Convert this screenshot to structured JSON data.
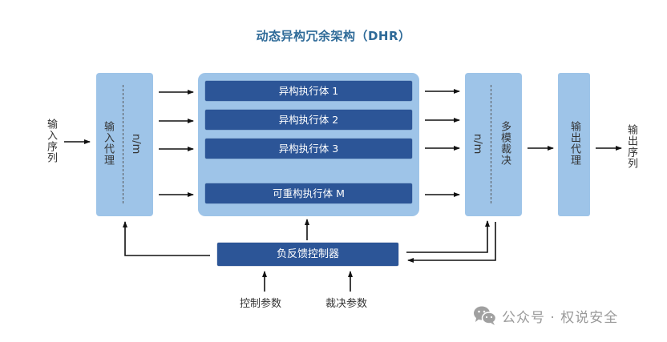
{
  "title": "动态异构冗余架构（DHR）",
  "input_sequence": "输入序列",
  "input_proxy": "输入代理",
  "input_ratio": "n/m",
  "executors": [
    {
      "label": "异构执行体 1"
    },
    {
      "label": "异构执行体 2"
    },
    {
      "label": "异构执行体 3"
    },
    {
      "label": "可重构执行体 M"
    }
  ],
  "voter_ratio": "n/m",
  "voter": "多模裁决",
  "output_proxy": "输出代理",
  "output_sequence": "输出序列",
  "feedback_controller": "负反馈控制器",
  "control_params": "控制参数",
  "voting_params": "裁决参数",
  "watermark": {
    "icon": "wechat-icon",
    "text": "公众号 · 权说安全"
  },
  "colors": {
    "title": "#2e6a98",
    "light_block": "#9ec4e8",
    "dark_block": "#2c5597"
  }
}
